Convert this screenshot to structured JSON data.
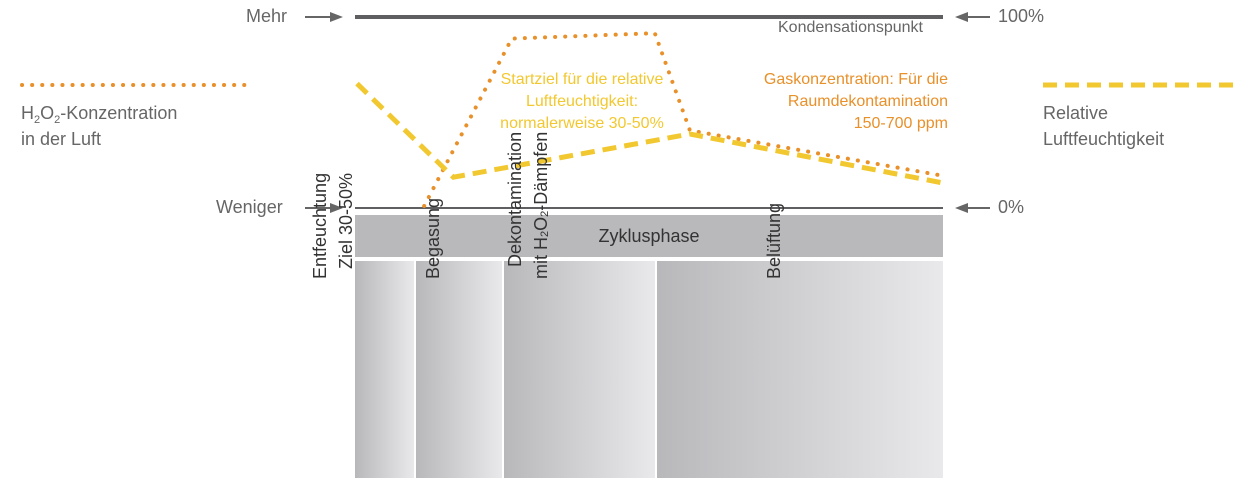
{
  "axis": {
    "top_left_label": "Mehr",
    "bottom_left_label": "Weniger",
    "top_right_label": "100%",
    "bottom_right_label": "0%",
    "top_line_label": "Kondensationspunkt"
  },
  "legend": {
    "h2o2": {
      "line1_pre": "H",
      "sub1": "2",
      "mid": "O",
      "sub2": "2",
      "line1_post": "-Konzentration",
      "line2": "in der Luft",
      "style": "dotted",
      "color": "#e8902a"
    },
    "humidity": {
      "line1": "Relative",
      "line2": "Luftfeuchtigkeit",
      "style": "dashed",
      "color": "#f2c830"
    }
  },
  "annotations": {
    "humidity_target": {
      "lines": [
        "Startziel für die relative",
        "Luftfeuchtigkeit:",
        "normalerweise 30-50%"
      ],
      "color": "#f2c830"
    },
    "gas_concentration": {
      "lines": [
        "Gaskonzentration: Für die",
        "Raumdekontamination",
        "150-700 ppm"
      ],
      "color": "#e8902a"
    }
  },
  "cycle": {
    "title": "Zyklusphase",
    "phases": [
      {
        "line1": "Entfeuchtung",
        "line2": "Ziel 30-50%"
      },
      {
        "line1": "Begasung",
        "line2": ""
      },
      {
        "line1": "Dekontamination",
        "line2_pre": "mit H",
        "s1": "2",
        "mid": "O",
        "s2": "2",
        "line2_post": "-Dämpfen"
      },
      {
        "line1": "Belüftung",
        "line2": ""
      }
    ]
  },
  "chart_data": {
    "type": "line",
    "title": "",
    "xlabel": "Zyklusphase",
    "ylabel": "",
    "ylim": [
      0,
      100
    ],
    "y_ticks": [
      "0%",
      "100%"
    ],
    "x_range": [
      0,
      100
    ],
    "series": [
      {
        "name": "H2O2-Konzentration in der Luft",
        "style": "dotted",
        "color": "#e8902a",
        "points": [
          [
            11.5,
            0
          ],
          [
            26.5,
            93
          ],
          [
            51,
            96
          ],
          [
            57,
            42
          ],
          [
            100,
            17
          ]
        ]
      },
      {
        "name": "Relative Luftfeuchtigkeit",
        "style": "dashed",
        "color": "#f2c830",
        "points": [
          [
            0,
            68
          ],
          [
            16.5,
            16
          ],
          [
            57,
            40
          ],
          [
            100,
            13
          ]
        ]
      }
    ]
  }
}
